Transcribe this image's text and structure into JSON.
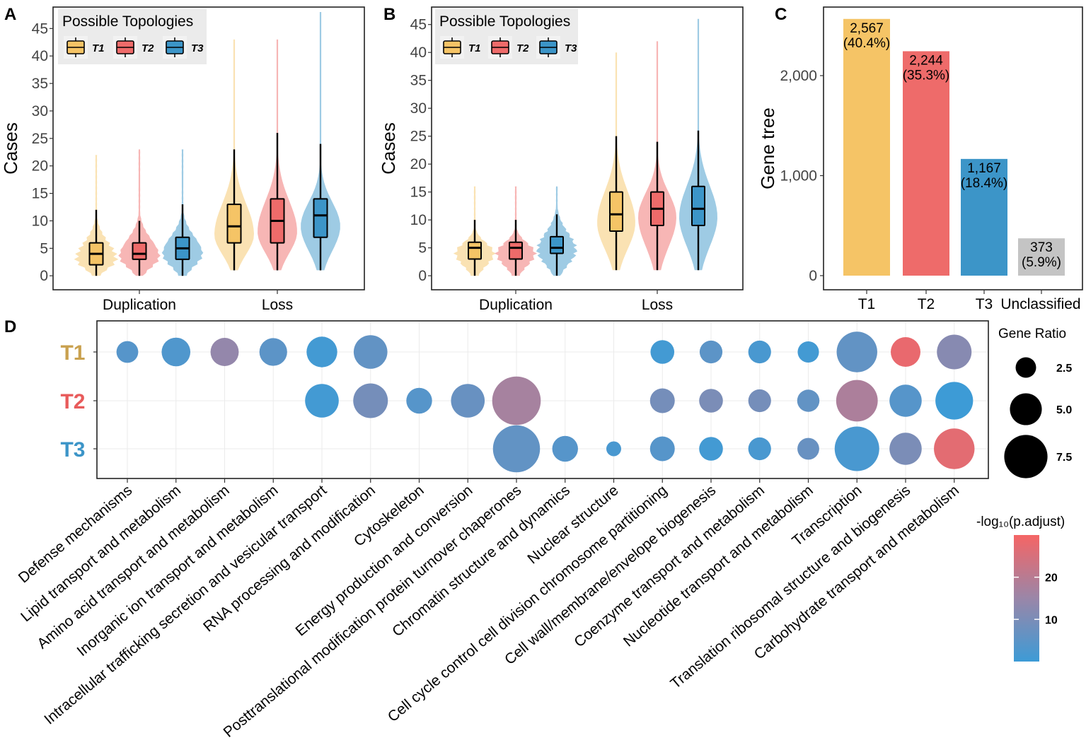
{
  "colors": {
    "T1": "#F5C466",
    "T2": "#EE6B6A",
    "T3": "#3C95C8",
    "Unclassified": "#C4C4C4",
    "label_T1": "#C9A14F",
    "label_T2": "#E85B5B",
    "label_T3": "#3C95C8",
    "gradient_low": "#3D9BD6",
    "gradient_high": "#F56565"
  },
  "panel_labels": [
    "A",
    "B",
    "C",
    "D"
  ],
  "chart_data": [
    {
      "id": "A",
      "type": "box-violin",
      "ylabel": "Cases",
      "yticks": [
        "0",
        "5",
        "10",
        "15",
        "20",
        "25",
        "30",
        "35",
        "40",
        "45"
      ],
      "ylim": [
        -1,
        48
      ],
      "legend": {
        "title": "Possible Topologies",
        "items": [
          "T1",
          "T2",
          "T3"
        ],
        "placement": "top-left"
      },
      "categories": [
        "Duplication",
        "Loss"
      ],
      "groups": [
        {
          "category": "Duplication",
          "series": "T1",
          "min": 0,
          "q1": 2,
          "median": 4,
          "q3": 6,
          "max": 12,
          "vmax": 22
        },
        {
          "category": "Duplication",
          "series": "T2",
          "min": 0,
          "q1": 3,
          "median": 4,
          "q3": 6,
          "max": 10,
          "vmax": 23
        },
        {
          "category": "Duplication",
          "series": "T3",
          "min": 0,
          "q1": 3,
          "median": 5,
          "q3": 7,
          "max": 13,
          "vmax": 23
        },
        {
          "category": "Loss",
          "series": "T1",
          "min": 1,
          "q1": 6,
          "median": 9,
          "q3": 13,
          "max": 23,
          "vmax": 43
        },
        {
          "category": "Loss",
          "series": "T2",
          "min": 1,
          "q1": 6,
          "median": 10,
          "q3": 14,
          "max": 26,
          "vmax": 43
        },
        {
          "category": "Loss",
          "series": "T3",
          "min": 1,
          "q1": 7,
          "median": 11,
          "q3": 14,
          "max": 24,
          "vmax": 48
        }
      ]
    },
    {
      "id": "B",
      "type": "box-violin",
      "ylabel": "Cases",
      "yticks": [
        "0",
        "5",
        "10",
        "15",
        "20",
        "25",
        "30",
        "35",
        "40",
        "45"
      ],
      "ylim": [
        -1.5,
        48
      ],
      "legend": {
        "title": "Possible Topologies",
        "items": [
          "T1",
          "T2",
          "T3"
        ],
        "placement": "top-left"
      },
      "categories": [
        "Duplication",
        "Loss"
      ],
      "groups": [
        {
          "category": "Duplication",
          "series": "T1",
          "min": 0,
          "q1": 3,
          "median": 5,
          "q3": 6,
          "max": 10,
          "vmax": 16
        },
        {
          "category": "Duplication",
          "series": "T2",
          "min": 0,
          "q1": 3,
          "median": 5,
          "q3": 6,
          "max": 10,
          "vmax": 16
        },
        {
          "category": "Duplication",
          "series": "T3",
          "min": 0,
          "q1": 4,
          "median": 5,
          "q3": 7,
          "max": 11,
          "vmax": 16
        },
        {
          "category": "Loss",
          "series": "T1",
          "min": 1,
          "q1": 8,
          "median": 11,
          "q3": 15,
          "max": 25,
          "vmax": 40
        },
        {
          "category": "Loss",
          "series": "T2",
          "min": 1,
          "q1": 9,
          "median": 12,
          "q3": 15,
          "max": 24,
          "vmax": 42
        },
        {
          "category": "Loss",
          "series": "T3",
          "min": 1,
          "q1": 9,
          "median": 12,
          "q3": 16,
          "max": 26,
          "vmax": 46
        }
      ]
    },
    {
      "id": "C",
      "type": "bar",
      "ylabel": "Gene tree",
      "yticks": [
        0,
        1000,
        2000
      ],
      "ytick_labels": [
        "0",
        "1,000",
        "2,000"
      ],
      "ylim": [
        -80,
        2600
      ],
      "categories": [
        "T1",
        "T2",
        "T3",
        "Unclassified"
      ],
      "values": [
        2567,
        2244,
        1167,
        373
      ],
      "labels": [
        [
          "2,567",
          "(40.4%)"
        ],
        [
          "2,244",
          "(35.3%)"
        ],
        [
          "1,167",
          "(18.4%)"
        ],
        [
          "373",
          "(5.9%)"
        ]
      ]
    },
    {
      "id": "D",
      "type": "dot",
      "rows": [
        "T1",
        "T2",
        "T3"
      ],
      "categories": [
        "Defense mechanisms",
        "Lipid transport and metabolism",
        "Amino acid transport and metabolism",
        "Inorganic ion transport and metabolism",
        "Intracellular trafficking secretion and vesicular transport",
        "RNA processing and modification",
        "Cytoskeleton",
        "Energy production and conversion",
        "Posttranslational modification protein turnover chaperones",
        "Chromatin structure and dynamics",
        "Nuclear structure",
        "Cell cycle control cell division chromosome partitioning",
        "Cell wall/membrane/envelope biogenesis",
        "Coenzyme transport and metabolism",
        "Nucleotide transport and metabolism",
        "Transcription",
        "Translation ribosomal structure and biogenesis",
        "Carbohydrate transport and metabolism"
      ],
      "category_color_groups": [
        "T1",
        "T1",
        "T1",
        "T1",
        "none",
        "none",
        "T2",
        "T2",
        "none",
        "T3",
        "T3",
        "none",
        "none",
        "none",
        "none",
        "none",
        "none",
        "none"
      ],
      "points": [
        {
          "row": "T1",
          "col": 0,
          "ratio": 2.4,
          "logp": 4
        },
        {
          "row": "T1",
          "col": 1,
          "ratio": 3.8,
          "logp": 3
        },
        {
          "row": "T1",
          "col": 2,
          "ratio": 3.7,
          "logp": 14
        },
        {
          "row": "T1",
          "col": 3,
          "ratio": 3.6,
          "logp": 5
        },
        {
          "row": "T1",
          "col": 4,
          "ratio": 4.2,
          "logp": 1
        },
        {
          "row": "T1",
          "col": 5,
          "ratio": 4.8,
          "logp": 6
        },
        {
          "row": "T1",
          "col": 11,
          "ratio": 2.8,
          "logp": 1
        },
        {
          "row": "T1",
          "col": 12,
          "ratio": 2.6,
          "logp": 5
        },
        {
          "row": "T1",
          "col": 13,
          "ratio": 2.6,
          "logp": 2
        },
        {
          "row": "T1",
          "col": 14,
          "ratio": 2.3,
          "logp": 1
        },
        {
          "row": "T1",
          "col": 15,
          "ratio": 6.2,
          "logp": 6
        },
        {
          "row": "T1",
          "col": 16,
          "ratio": 4.0,
          "logp": 28
        },
        {
          "row": "T1",
          "col": 17,
          "ratio": 5.0,
          "logp": 12
        },
        {
          "row": "T2",
          "col": 4,
          "ratio": 4.8,
          "logp": 1
        },
        {
          "row": "T2",
          "col": 5,
          "ratio": 5.0,
          "logp": 9
        },
        {
          "row": "T2",
          "col": 6,
          "ratio": 3.2,
          "logp": 4
        },
        {
          "row": "T2",
          "col": 7,
          "ratio": 4.8,
          "logp": 7
        },
        {
          "row": "T2",
          "col": 8,
          "ratio": 7.8,
          "logp": 17
        },
        {
          "row": "T2",
          "col": 11,
          "ratio": 3.0,
          "logp": 9
        },
        {
          "row": "T2",
          "col": 12,
          "ratio": 2.8,
          "logp": 10
        },
        {
          "row": "T2",
          "col": 13,
          "ratio": 2.6,
          "logp": 9
        },
        {
          "row": "T2",
          "col": 14,
          "ratio": 2.5,
          "logp": 6
        },
        {
          "row": "T2",
          "col": 15,
          "ratio": 6.4,
          "logp": 18
        },
        {
          "row": "T2",
          "col": 16,
          "ratio": 4.5,
          "logp": 4
        },
        {
          "row": "T2",
          "col": 17,
          "ratio": 5.6,
          "logp": 0
        },
        {
          "row": "T3",
          "col": 8,
          "ratio": 7.5,
          "logp": 6
        },
        {
          "row": "T3",
          "col": 9,
          "ratio": 3.2,
          "logp": 4
        },
        {
          "row": "T3",
          "col": 10,
          "ratio": 1.0,
          "logp": 2
        },
        {
          "row": "T3",
          "col": 11,
          "ratio": 3.0,
          "logp": 4
        },
        {
          "row": "T3",
          "col": 12,
          "ratio": 2.8,
          "logp": 1
        },
        {
          "row": "T3",
          "col": 13,
          "ratio": 2.6,
          "logp": 2
        },
        {
          "row": "T3",
          "col": 14,
          "ratio": 2.4,
          "logp": 7
        },
        {
          "row": "T3",
          "col": 15,
          "ratio": 7.0,
          "logp": 2
        },
        {
          "row": "T3",
          "col": 16,
          "ratio": 4.5,
          "logp": 10
        },
        {
          "row": "T3",
          "col": 17,
          "ratio": 6.2,
          "logp": 27
        }
      ],
      "size_legend": {
        "title": "Gene Ratio",
        "values": [
          2.5,
          5.0,
          7.5
        ],
        "labels": [
          "2.5",
          "5.0",
          "7.5"
        ]
      },
      "color_legend": {
        "title": "-log₁₀(p.adjust)",
        "ticks": [
          10,
          20
        ],
        "tick_labels": [
          "10",
          "20"
        ],
        "range": [
          0,
          30
        ]
      }
    }
  ]
}
